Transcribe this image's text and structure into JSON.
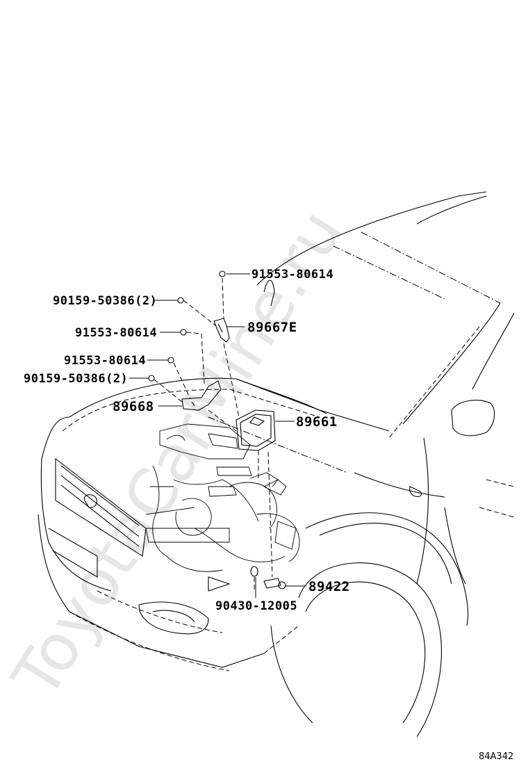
{
  "watermark": "ToyotaCarMine.ru",
  "reference_code": "84A342",
  "parts": {
    "bolt_top": "91553-80614",
    "bracket_upper": "89667E",
    "bolt_left_1": "90159-50386(2)",
    "bolt_left_2": "91553-80614",
    "bolt_left_3": "91553-80614",
    "bolt_left_4": "90159-50386(2)",
    "bracket_lower": "89668",
    "ecu": "89661",
    "sensor": "89422",
    "gasket": "90430-12005"
  }
}
